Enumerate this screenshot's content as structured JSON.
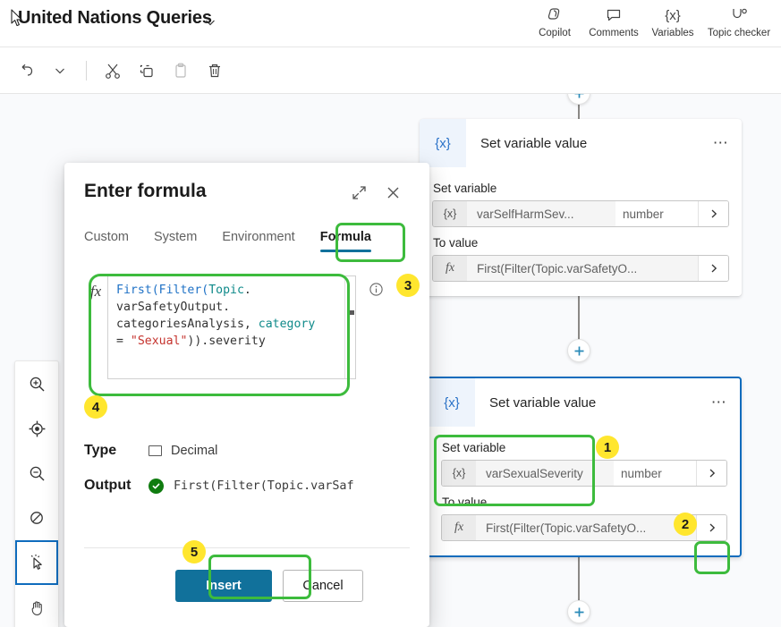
{
  "app": {
    "title": "United Nations Queries",
    "title_chevron_icon": "chevron-down-icon"
  },
  "header_actions": [
    {
      "label": "Copilot",
      "icon": "copilot-icon"
    },
    {
      "label": "Comments",
      "icon": "comment-bubble-icon"
    },
    {
      "label": "Variables",
      "icon": "variables-braces-icon"
    },
    {
      "label": "Topic checker",
      "icon": "topic-checker-stethoscope-icon"
    }
  ],
  "toolbar": {
    "undo_label": "Undo",
    "undo_icon": "undo-arrow-icon",
    "undo_chevron_icon": "chevron-down-icon",
    "cut_label": "Cut",
    "cut_icon": "scissors-icon",
    "copy_label": "Copy",
    "copy_icon": "copy-icon",
    "paste_label": "Paste",
    "paste_icon": "clipboard-paste-icon",
    "delete_label": "Delete",
    "delete_icon": "trash-icon"
  },
  "canvas_tools": [
    {
      "name": "zoom-in",
      "icon": "magnifier-plus-icon",
      "active": false
    },
    {
      "name": "fit-to-screen",
      "icon": "target-focus-icon",
      "active": false
    },
    {
      "name": "zoom-out",
      "icon": "magnifier-minus-icon",
      "active": false
    },
    {
      "name": "reset-zoom",
      "icon": "no-zoom-slash-icon",
      "active": false
    },
    {
      "name": "pointer-select",
      "icon": "cursor-click-icon",
      "active": true
    },
    {
      "name": "pan-hand",
      "icon": "hand-pan-icon",
      "active": false
    }
  ],
  "nodes": [
    {
      "title": "Set variable value",
      "node_icon": "{x}",
      "more_icon": "ellipsis-icon",
      "selected": false,
      "set_variable_label": "Set variable",
      "variable_name": "varSelfHarmSev...",
      "variable_type": "number",
      "to_value_label": "To value",
      "to_value": "First(Filter(Topic.varSafetyO...",
      "fx_icon": "fx",
      "chevron_icon": "chevron-right-icon"
    },
    {
      "title": "Set variable value",
      "node_icon": "{x}",
      "more_icon": "ellipsis-icon",
      "selected": true,
      "set_variable_label": "Set variable",
      "variable_name": "varSexualSeverity",
      "variable_type": "number",
      "to_value_label": "To value",
      "to_value": "First(Filter(Topic.varSafetyO...",
      "fx_icon": "fx",
      "chevron_icon": "chevron-right-icon"
    }
  ],
  "add_step_icon": "plus-icon",
  "dialog": {
    "title": "Enter formula",
    "expand_icon": "expand-diagonal-icon",
    "close_icon": "close-x-icon",
    "tabs": [
      {
        "label": "Custom",
        "active": false
      },
      {
        "label": "System",
        "active": false
      },
      {
        "label": "Environment",
        "active": false
      },
      {
        "label": "Formula",
        "active": true
      }
    ],
    "fx_symbol": "fx",
    "info_icon": "info-circle-icon",
    "formula_tokens": [
      {
        "text": "First(",
        "cls": "c-fn"
      },
      {
        "text": "Filter(",
        "cls": "c-fn"
      },
      {
        "text": "Topic",
        "cls": "c-obj"
      },
      {
        "text": ".\nvarSafetyOutput.\ncategoriesAnalysis, ",
        "cls": "c-pl"
      },
      {
        "text": "category",
        "cls": "c-obj"
      },
      {
        "text": "\n= ",
        "cls": "c-pl"
      },
      {
        "text": "\"Sexual\"",
        "cls": "c-str"
      },
      {
        "text": ")).severity",
        "cls": "c-pl"
      }
    ],
    "type_label": "Type",
    "type_value": "Decimal",
    "type_glyph_icon": "rectangle-outline-icon",
    "output_label": "Output",
    "output_value": "First(Filter(Topic.varSaf",
    "output_status_icon": "check-circle-icon",
    "insert_label": "Insert",
    "cancel_label": "Cancel"
  },
  "annotations": [
    {
      "number": "1",
      "target": "set-variable-field-selected"
    },
    {
      "number": "2",
      "target": "to-value-chevron"
    },
    {
      "number": "3",
      "target": "formula-tab"
    },
    {
      "number": "4",
      "target": "formula-input"
    },
    {
      "number": "5",
      "target": "insert-button"
    }
  ],
  "colors": {
    "accent_blue": "#11719b",
    "selection_blue": "#0f6cbd",
    "annotation_green": "#3dbb3d",
    "badge_yellow": "#ffe62e",
    "success_green": "#107c10"
  }
}
